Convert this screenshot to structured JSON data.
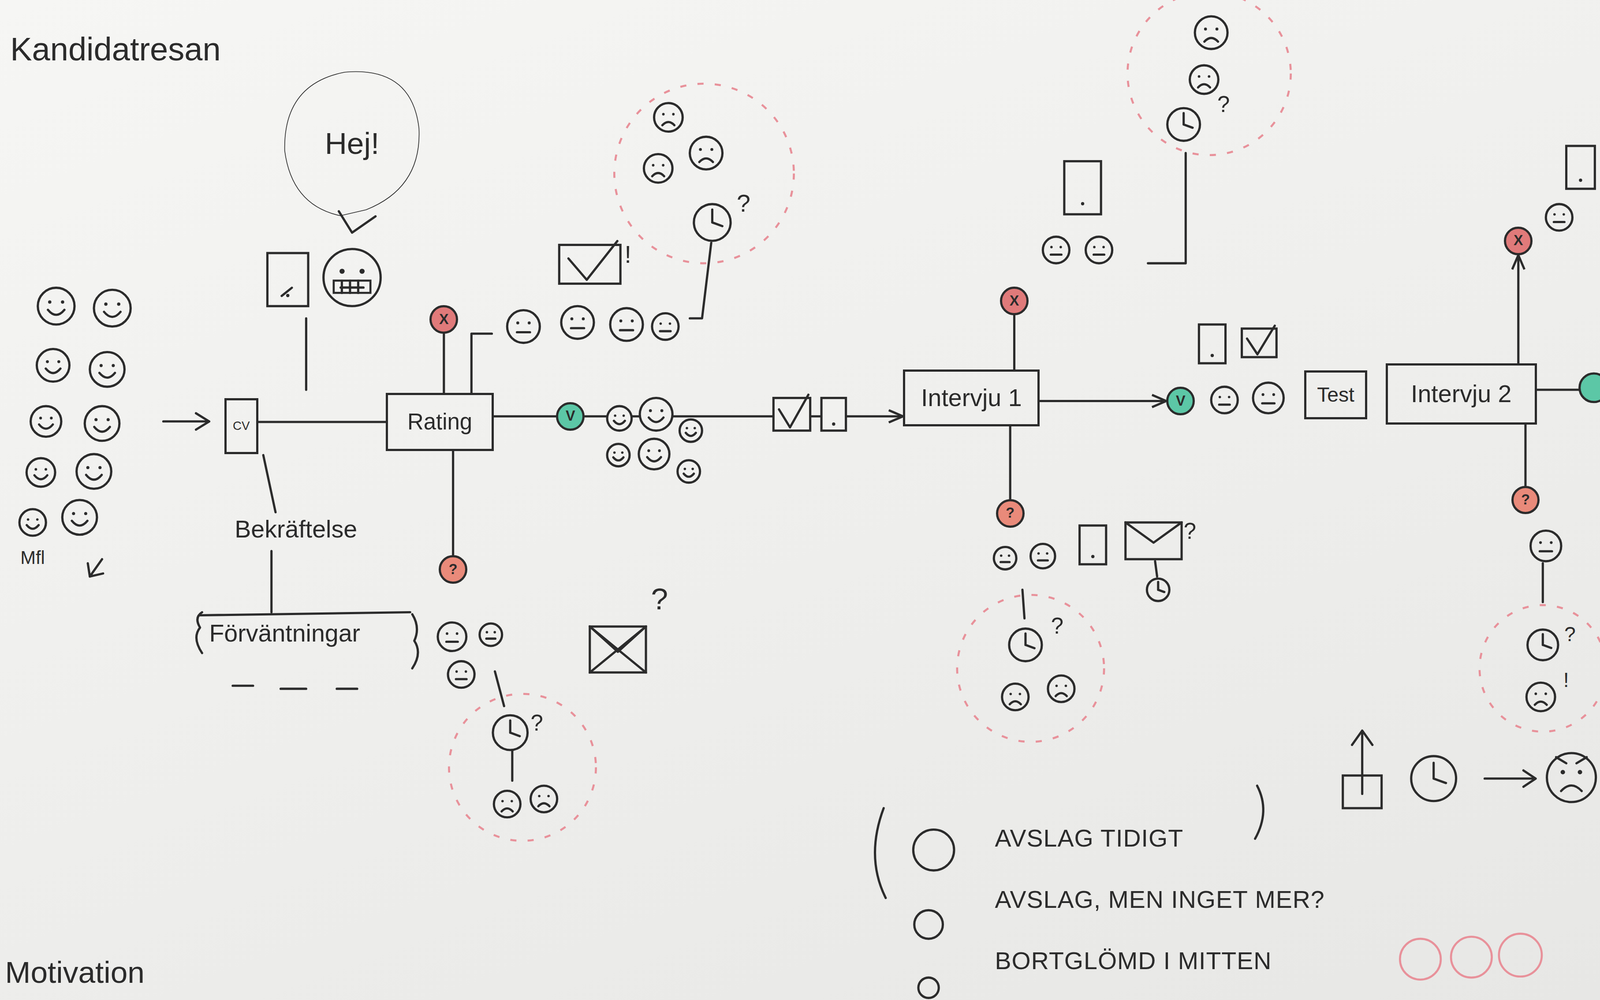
{
  "diagram": {
    "title": "Kandidatresan",
    "nodes": [
      {
        "text": [
          "Hej!"
        ]
      },
      {
        "text": [
          "CV"
        ]
      },
      {
        "text": [
          "Rating"
        ]
      },
      {
        "text": [
          "X"
        ]
      },
      {
        "text": [
          "V"
        ]
      },
      {
        "text": [
          "?"
        ]
      },
      {
        "text": [
          "Intervju 1"
        ]
      },
      {
        "text": [
          "X"
        ]
      },
      {
        "text": [
          "V"
        ]
      },
      {
        "text": [
          "?"
        ]
      },
      {
        "text": [
          "Test"
        ]
      },
      {
        "text": [
          "Intervju 2"
        ]
      },
      {
        "text": [
          "X"
        ]
      },
      {
        "text": [
          "?"
        ]
      }
    ],
    "edges": [
      {
        "from": 1,
        "to": 2,
        "arrow": "none"
      },
      {
        "from": 2,
        "to": 3,
        "arrow": "none"
      },
      {
        "from": 2,
        "to": 4,
        "arrow": "none"
      },
      {
        "from": 2,
        "to": 5,
        "arrow": "none"
      },
      {
        "from": 4,
        "to": 6,
        "arrow": "to"
      },
      {
        "from": 6,
        "to": 7,
        "arrow": "none"
      },
      {
        "from": 6,
        "to": 8,
        "arrow": "to"
      },
      {
        "from": 6,
        "to": 9,
        "arrow": "none"
      },
      {
        "from": 11,
        "to": 12,
        "arrow": "to"
      },
      {
        "from": 11,
        "to": 13,
        "arrow": "none"
      }
    ],
    "labels": [
      "Bekräftelse",
      "Förväntningar",
      "Mfl",
      "Motivation",
      "!",
      "?",
      "?",
      "?",
      "?",
      "?",
      "?",
      "?",
      "!"
    ],
    "legend": [
      {
        "text": "AVSLAG TIDIGT"
      },
      {
        "text": "AVSLAG, MEN INGET MER?"
      },
      {
        "text": "BORTGLÖMD I MITTEN"
      }
    ]
  }
}
